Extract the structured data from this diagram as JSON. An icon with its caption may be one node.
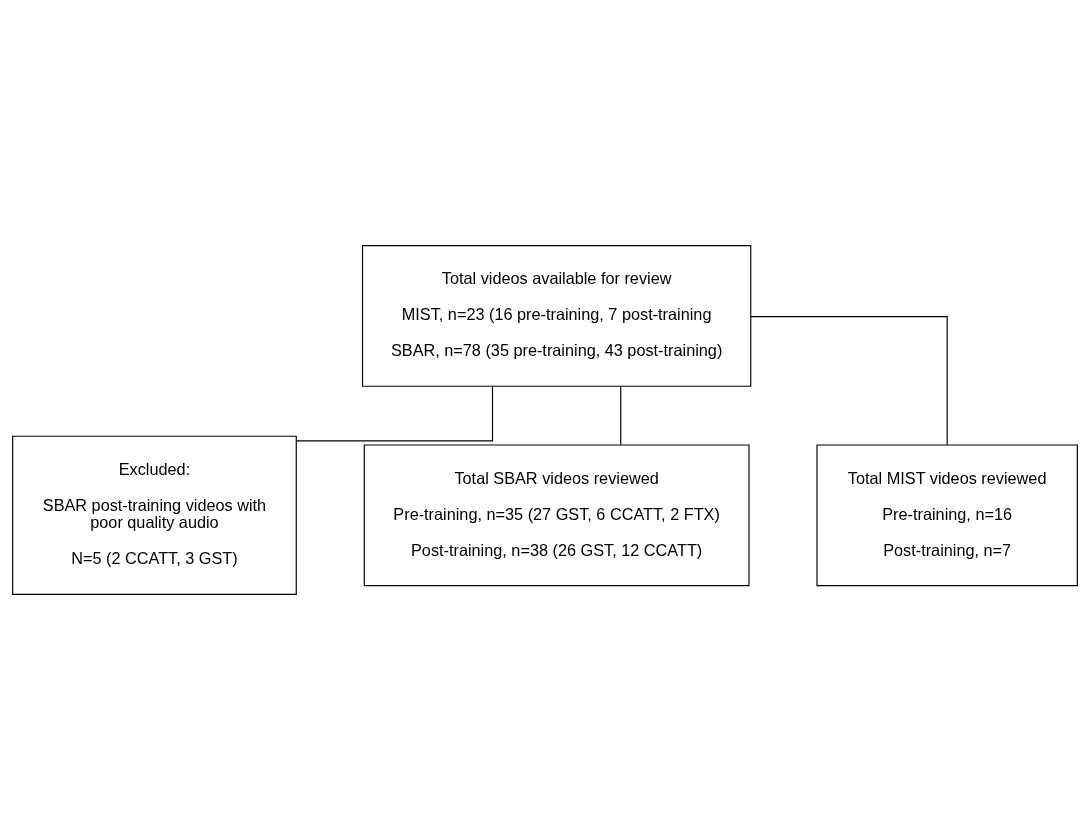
{
  "diagram": {
    "nodes": [
      {
        "text": [
          "Total videos available for review",
          "MIST, n=23 (16 pre-training, 7 post-training",
          "SBAR, n=78 (35 pre-training, 43 post-training)"
        ]
      },
      {
        "text": [
          "Excluded:",
          "SBAR post-training videos with poor quality audio",
          "N=5 (2 CCATT, 3 GST)"
        ]
      },
      {
        "text": [
          "Total SBAR videos reviewed",
          "Pre-training, n=35 (27 GST, 6 CCATT, 2 FTX)",
          "Post-training, n=38 (26 GST, 12 CCATT)"
        ]
      },
      {
        "text": [
          "Total MIST videos reviewed",
          "Pre-training, n=16",
          "Post-training, n=7"
        ]
      }
    ],
    "edges": [
      {
        "from": 0,
        "to": 1,
        "arrow": "none"
      },
      {
        "from": 0,
        "to": 2,
        "arrow": "none"
      },
      {
        "from": 0,
        "to": 3,
        "arrow": "none"
      }
    ]
  }
}
